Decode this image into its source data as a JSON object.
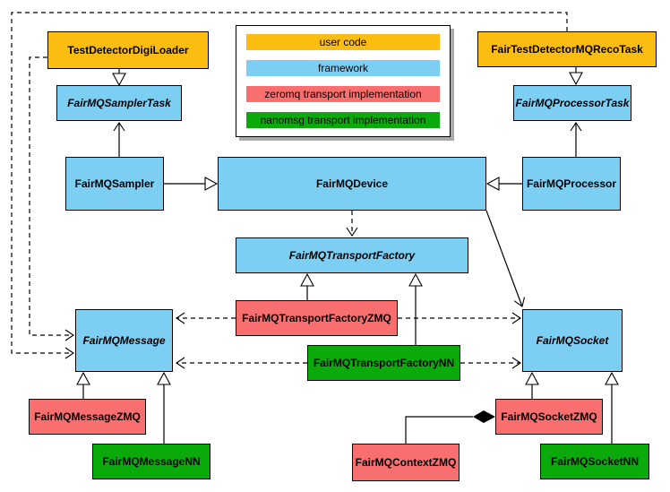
{
  "legend": {
    "items": [
      {
        "label": "user code",
        "color": "#FBBD11",
        "category": "user-code"
      },
      {
        "label": "framework",
        "color": "#7CCEF2",
        "category": "framework"
      },
      {
        "label": "zeromq transport implementation",
        "color": "#F96E6E",
        "category": "zeromq"
      },
      {
        "label": "nanomsg transport implementation",
        "color": "#0AAA0A",
        "category": "nanomsg"
      }
    ]
  },
  "nodes": {
    "test_detector_digi_loader": {
      "label": "TestDetectorDigiLoader",
      "category": "user-code",
      "abstract": false
    },
    "fair_test_detector_mq_reco_task": {
      "label": "FairTestDetectorMQRecoTask",
      "category": "user-code",
      "abstract": false
    },
    "fairmq_sampler_task": {
      "label": "FairMQSamplerTask",
      "category": "framework",
      "abstract": true
    },
    "fairmq_processor_task": {
      "label": "FairMQProcessorTask",
      "category": "framework",
      "abstract": true
    },
    "fairmq_sampler": {
      "label": "FairMQSampler",
      "category": "framework",
      "abstract": false
    },
    "fairmq_device": {
      "label": "FairMQDevice",
      "category": "framework",
      "abstract": false
    },
    "fairmq_processor": {
      "label": "FairMQProcessor",
      "category": "framework",
      "abstract": false
    },
    "fairmq_transport_factory": {
      "label": "FairMQTransportFactory",
      "category": "framework",
      "abstract": true
    },
    "fairmq_transport_factory_zmq": {
      "label": "FairMQTransportFactoryZMQ",
      "category": "zeromq",
      "abstract": false
    },
    "fairmq_transport_factory_nn": {
      "label": "FairMQTransportFactoryNN",
      "category": "nanomsg",
      "abstract": false
    },
    "fairmq_message": {
      "label": "FairMQMessage",
      "category": "framework",
      "abstract": true
    },
    "fairmq_message_zmq": {
      "label": "FairMQMessageZMQ",
      "category": "zeromq",
      "abstract": false
    },
    "fairmq_message_nn": {
      "label": "FairMQMessageNN",
      "category": "nanomsg",
      "abstract": false
    },
    "fairmq_socket": {
      "label": "FairMQSocket",
      "category": "framework",
      "abstract": true
    },
    "fairmq_socket_zmq": {
      "label": "FairMQSocketZMQ",
      "category": "zeromq",
      "abstract": false
    },
    "fairmq_socket_nn": {
      "label": "FairMQSocketNN",
      "category": "nanomsg",
      "abstract": false
    },
    "fairmq_context_zmq": {
      "label": "FairMQContextZMQ",
      "category": "zeromq",
      "abstract": false
    }
  },
  "edges": [
    {
      "from": "TestDetectorDigiLoader",
      "to": "FairMQSamplerTask",
      "type": "inheritance",
      "line": "solid"
    },
    {
      "from": "FairTestDetectorMQRecoTask",
      "to": "FairMQProcessorTask",
      "type": "inheritance",
      "line": "solid"
    },
    {
      "from": "FairMQSampler",
      "to": "FairMQDevice",
      "type": "inheritance",
      "line": "solid"
    },
    {
      "from": "FairMQProcessor",
      "to": "FairMQDevice",
      "type": "inheritance",
      "line": "solid"
    },
    {
      "from": "FairMQSampler",
      "to": "FairMQSamplerTask",
      "type": "association",
      "line": "solid"
    },
    {
      "from": "FairMQProcessor",
      "to": "FairMQProcessorTask",
      "type": "association",
      "line": "solid"
    },
    {
      "from": "FairMQDevice",
      "to": "FairMQTransportFactory",
      "type": "dependency",
      "line": "dashed"
    },
    {
      "from": "FairMQDevice",
      "to": "FairMQSocket",
      "type": "association",
      "line": "solid"
    },
    {
      "from": "FairMQTransportFactoryZMQ",
      "to": "FairMQTransportFactory",
      "type": "inheritance",
      "line": "solid"
    },
    {
      "from": "FairMQTransportFactoryNN",
      "to": "FairMQTransportFactory",
      "type": "inheritance",
      "line": "solid"
    },
    {
      "from": "FairMQTransportFactoryZMQ",
      "to": "FairMQMessage",
      "type": "dependency",
      "line": "dashed"
    },
    {
      "from": "FairMQTransportFactoryZMQ",
      "to": "FairMQSocket",
      "type": "dependency",
      "line": "dashed"
    },
    {
      "from": "FairMQTransportFactoryNN",
      "to": "FairMQMessage",
      "type": "dependency",
      "line": "dashed"
    },
    {
      "from": "FairMQTransportFactoryNN",
      "to": "FairMQSocket",
      "type": "dependency",
      "line": "dashed"
    },
    {
      "from": "TestDetectorDigiLoader",
      "to": "FairMQMessage",
      "type": "dependency",
      "line": "dashed"
    },
    {
      "from": "FairTestDetectorMQRecoTask",
      "to": "FairMQMessage",
      "type": "dependency",
      "line": "dashed"
    },
    {
      "from": "FairMQMessageZMQ",
      "to": "FairMQMessage",
      "type": "inheritance",
      "line": "solid"
    },
    {
      "from": "FairMQMessageNN",
      "to": "FairMQMessage",
      "type": "inheritance",
      "line": "solid"
    },
    {
      "from": "FairMQSocketZMQ",
      "to": "FairMQSocket",
      "type": "inheritance",
      "line": "solid"
    },
    {
      "from": "FairMQSocketNN",
      "to": "FairMQSocket",
      "type": "inheritance",
      "line": "solid"
    },
    {
      "from": "FairMQContextZMQ",
      "to": "FairMQSocketZMQ",
      "type": "composition",
      "line": "solid"
    }
  ]
}
